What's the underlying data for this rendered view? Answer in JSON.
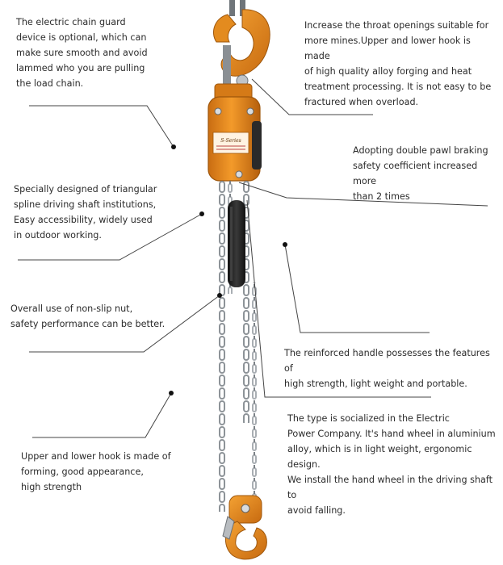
{
  "callouts": {
    "chain_guard": "The electric chain guard\ndevice is optional, which can\nmake sure smooth and avoid\nlammed who you are pulling\nthe load chain.",
    "throat_openings": "Increase the throat openings suitable for\nmore mines.Upper and lower hook is made\nof high quality alloy forging and heat\ntreatment processing. It is not easy to be\nfractured when overload.",
    "double_pawl": "Adopting double pawl braking\nsafety coefficient increased more\nthan 2 times",
    "spline_shaft": "Specially designed of triangular\nspline driving shaft institutions,\nEasy accessibility, widely used\nin outdoor working.",
    "non_slip_nut": "Overall use of non-slip nut,\nsafety performance can be better.",
    "handle": "The reinforced handle possesses the features of\nhigh strength, light weight and portable.",
    "hand_wheel": "The type is socialized in the Electric\nPower Company. It's hand wheel in aluminium\nalloy, which is in light weight, ergonomic design.\nWe install the hand wheel in the driving shaft to\navoid falling.",
    "hook_forming": "Upper and lower hook is made of\nforming, good appearance,\nhigh strength"
  },
  "product": {
    "body_label": "S-Series",
    "colors": {
      "body": "#e8861e",
      "body_dark": "#b5620f",
      "chain": "#9aa0a6",
      "handle": "#222222",
      "leader": "#444444"
    }
  }
}
